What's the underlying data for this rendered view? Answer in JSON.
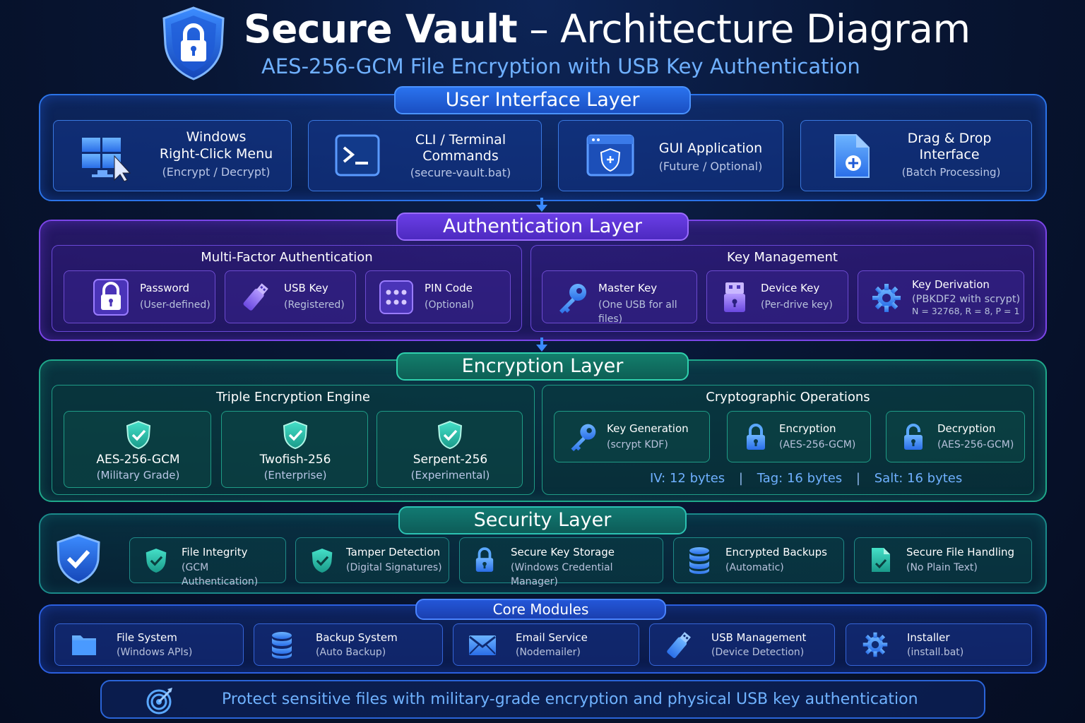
{
  "header": {
    "title_bold": "Secure Vault",
    "title_rest": " – Architecture Diagram",
    "subtitle": "AES-256-GCM File Encryption with USB Key Authentication"
  },
  "ui_layer": {
    "title": "User Interface Layer",
    "cards": [
      {
        "line1": "Windows",
        "line2": "Right-Click Menu",
        "sub": "(Encrypt / Decrypt)",
        "icon": "windows-cursor-icon"
      },
      {
        "line1": "CLI / Terminal",
        "line2": "Commands",
        "sub": "(secure-vault.bat)",
        "icon": "terminal-icon"
      },
      {
        "line1": "GUI Application",
        "line2": "",
        "sub": "(Future / Optional)",
        "icon": "app-window-shield-icon"
      },
      {
        "line1": "Drag & Drop",
        "line2": "Interface",
        "sub": "(Batch Processing)",
        "icon": "file-plus-icon"
      }
    ]
  },
  "auth_layer": {
    "title": "Authentication Layer",
    "mfa": {
      "title": "Multi-Factor Authentication",
      "items": [
        {
          "name": "Password",
          "sub": "(User-defined)",
          "icon": "padlock-icon"
        },
        {
          "name": "USB Key",
          "sub": "(Registered)",
          "icon": "usb-key-icon"
        },
        {
          "name": "PIN Code",
          "sub": "(Optional)",
          "icon": "keypad-icon"
        }
      ]
    },
    "keys": {
      "title": "Key Management",
      "items": [
        {
          "name": "Master Key",
          "sub": "(One USB for all files)",
          "extra": "",
          "icon": "key-icon"
        },
        {
          "name": "Device Key",
          "sub": "(Per-drive key)",
          "extra": "",
          "icon": "usb-lock-icon"
        },
        {
          "name": "Key Derivation",
          "sub": "(PBKDF2 with scrypt)",
          "extra": "N = 32768, R = 8, P = 1",
          "icon": "gear-icon"
        }
      ]
    }
  },
  "enc_layer": {
    "title": "Encryption Layer",
    "engine": {
      "title": "Triple Encryption Engine",
      "items": [
        {
          "name": "AES-256-GCM",
          "sub": "(Military Grade)"
        },
        {
          "name": "Twofish-256",
          "sub": "(Enterprise)"
        },
        {
          "name": "Serpent-256",
          "sub": "(Experimental)"
        }
      ]
    },
    "crypto": {
      "title": "Cryptographic Operations",
      "items": [
        {
          "name": "Key Generation",
          "sub": "(scrypt KDF)",
          "icon": "key-icon"
        },
        {
          "name": "Encryption",
          "sub": "(AES-256-GCM)",
          "icon": "padlock-icon"
        },
        {
          "name": "Decryption",
          "sub": "(AES-256-GCM)",
          "icon": "open-padlock-icon"
        }
      ],
      "params": [
        "IV: 12 bytes",
        "|",
        "Tag: 16 bytes",
        "|",
        "Salt: 16 bytes"
      ]
    }
  },
  "sec_layer": {
    "title": "Security Layer",
    "items": [
      {
        "name": "File Integrity",
        "sub": "(GCM Authentication)",
        "icon": "shield-check-icon"
      },
      {
        "name": "Tamper Detection",
        "sub": "(Digital Signatures)",
        "icon": "shield-check-icon"
      },
      {
        "name": "Secure Key Storage",
        "sub": "(Windows Credential Manager)",
        "icon": "padlock-icon"
      },
      {
        "name": "Encrypted Backups",
        "sub": "(Automatic)",
        "icon": "database-icon"
      },
      {
        "name": "Secure File Handling",
        "sub": "(No Plain Text)",
        "icon": "secure-file-icon"
      }
    ]
  },
  "core_layer": {
    "title": "Core Modules",
    "items": [
      {
        "name": "File System",
        "sub": "(Windows APIs)",
        "icon": "folder-icon"
      },
      {
        "name": "Backup System",
        "sub": "(Auto Backup)",
        "icon": "database-icon"
      },
      {
        "name": "Email Service",
        "sub": "(Nodemailer)",
        "icon": "envelope-icon"
      },
      {
        "name": "USB Management",
        "sub": "(Device Detection)",
        "icon": "usb-key-icon"
      },
      {
        "name": "Installer",
        "sub": "(install.bat)",
        "icon": "gear-icon"
      }
    ]
  },
  "footer": {
    "text": "Protect sensitive files with military-grade encryption and physical USB key authentication",
    "icon": "target-icon"
  },
  "colors": {
    "ui_accent": "#2b73e8",
    "auth_accent": "#7b45e8",
    "enc_accent": "#1fa88a",
    "sec_accent": "#1a8a8a",
    "subtitle": "#6fb0ff"
  }
}
